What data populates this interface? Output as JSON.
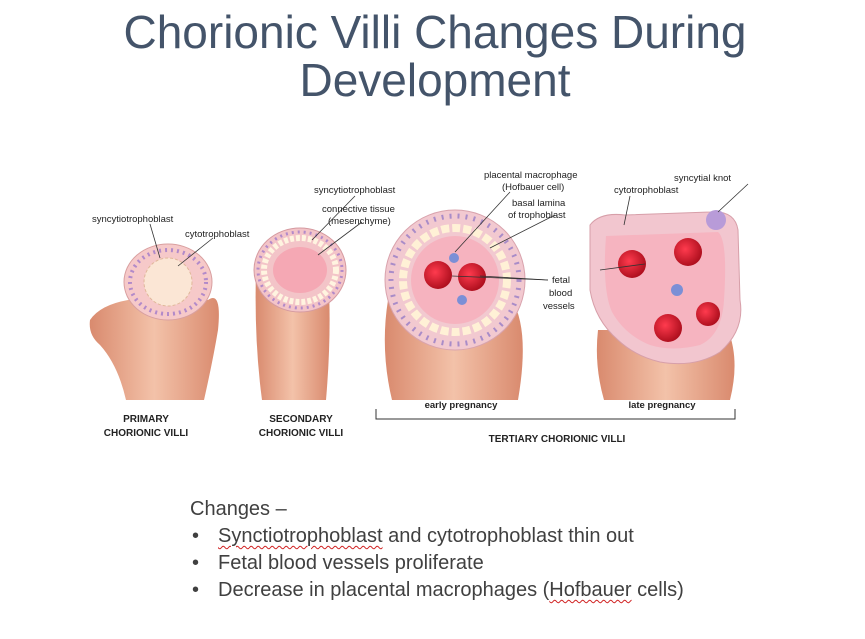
{
  "slide": {
    "title_line1": "Chorionic Villi Changes During",
    "title_line2": "Development"
  },
  "figure": {
    "labels": {
      "primary_syncytio": "syncytiotrophoblast",
      "primary_cyto": "cytotrophoblast",
      "secondary_syncytio": "syncytiotrophoblast",
      "connective_1": "connective tissue",
      "connective_2": "(mesenchyme)",
      "macrophage_1": "placental macrophage",
      "macrophage_2": "(Hofbauer cell)",
      "basal_1": "basal lamina",
      "basal_2": "of trophoblast",
      "fetal_1": "fetal",
      "fetal_2": "blood",
      "fetal_3": "vessels",
      "late_cyto": "cytotrophoblast",
      "knot": "syncytial knot"
    },
    "captions": {
      "primary_1": "PRIMARY",
      "primary_2": "CHORIONIC VILLI",
      "secondary_1": "SECONDARY",
      "secondary_2": "CHORIONIC VILLI",
      "early": "early pregnancy",
      "late": "late pregnancy",
      "tertiary": "TERTIARY CHORIONIC VILLI"
    }
  },
  "notes": {
    "heading": "Changes –",
    "bullet": "•",
    "item1_a": "Synctiotrophoblast",
    "item1_b": " and cytotrophoblast thin out",
    "item2": "Fetal blood vessels proliferate",
    "item3_a": "Decrease in placental macrophages (",
    "item3_b": "Hofbauer",
    "item3_c": " cells)"
  }
}
